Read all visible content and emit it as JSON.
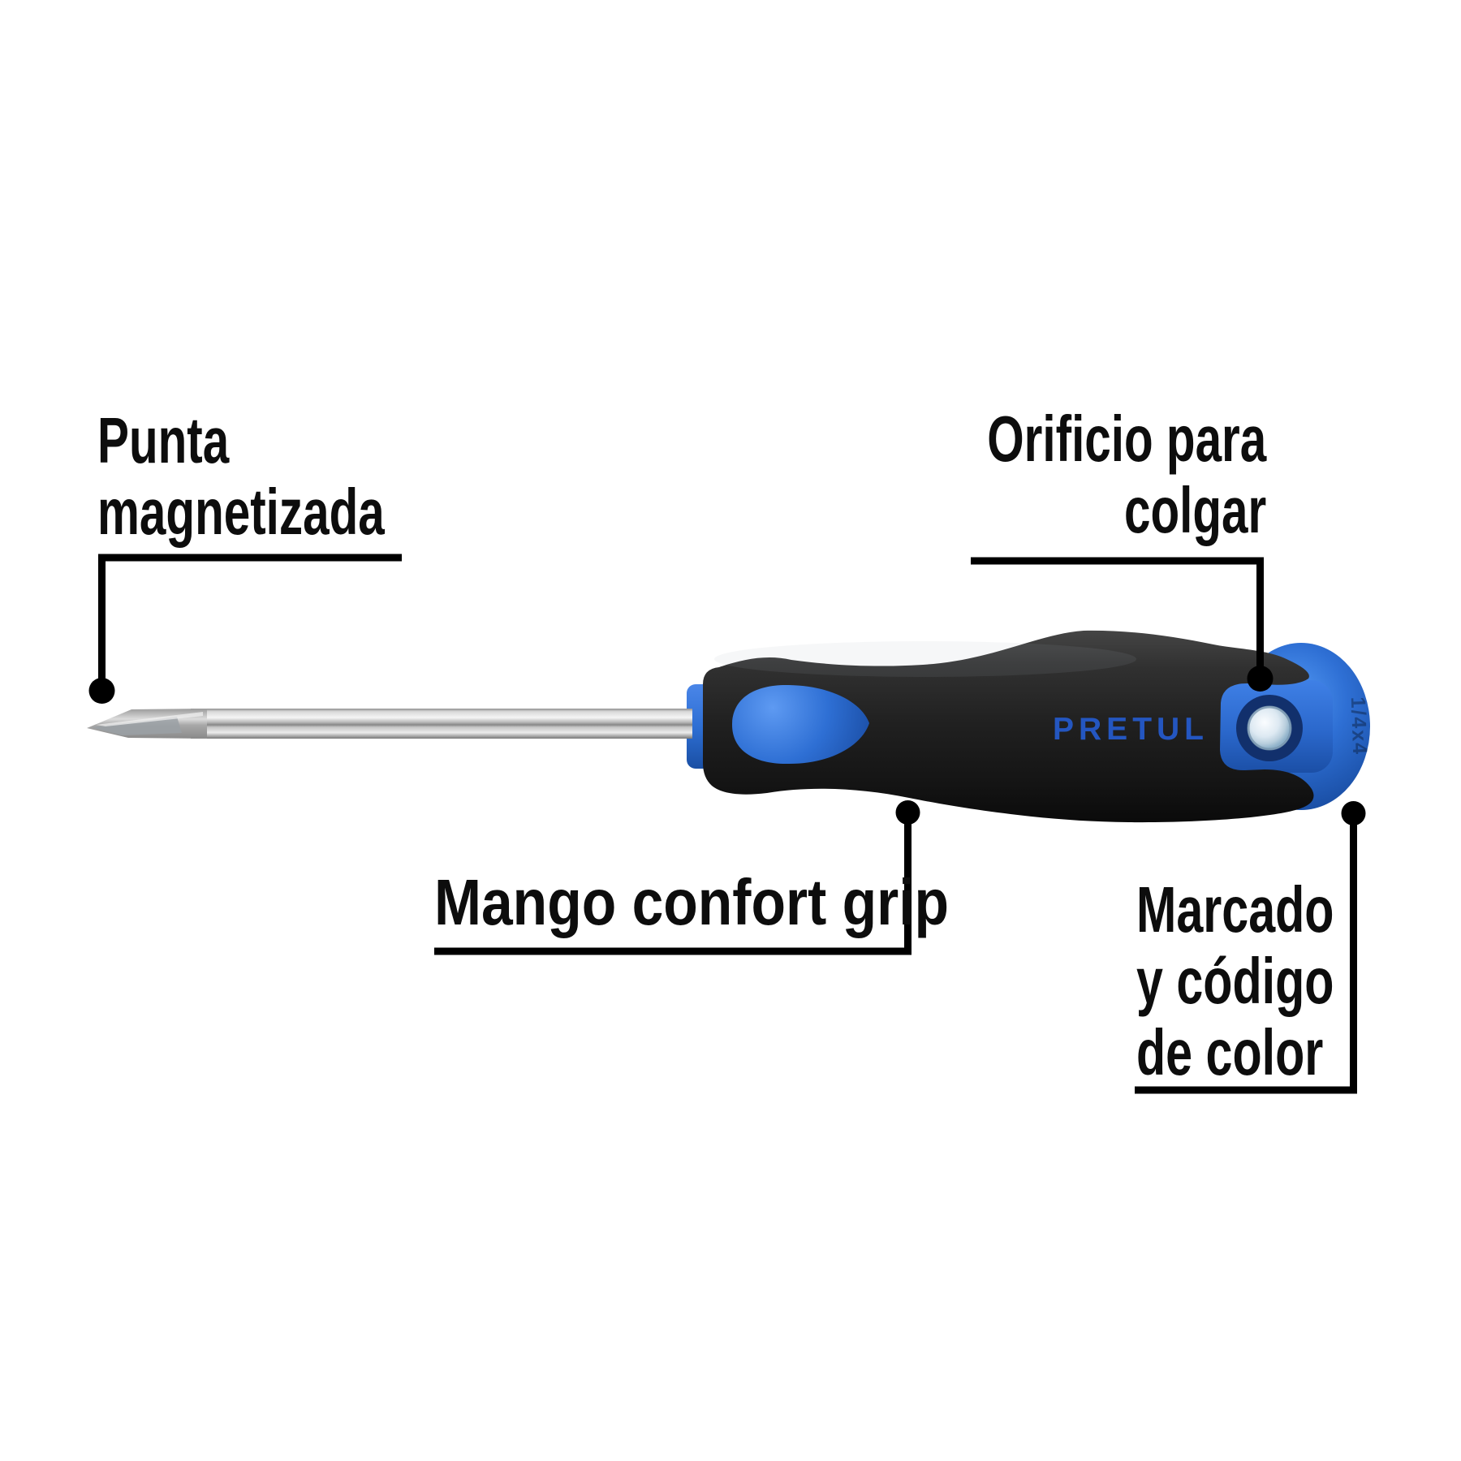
{
  "background": "#ffffff",
  "product": {
    "type": "phillips-screwdriver-illustration",
    "brand": "PRETUL",
    "cap_marking": "1/4x4"
  },
  "callouts": [
    {
      "id": "punta",
      "label": "Punta magnetizada",
      "lines": [
        "Punta",
        "magnetizada"
      ]
    },
    {
      "id": "orificio",
      "label": "Orificio para colgar",
      "lines": [
        "Orificio para",
        "colgar"
      ]
    },
    {
      "id": "mango",
      "label": "Mango confort grip",
      "lines": [
        "Mango confort grip"
      ]
    },
    {
      "id": "marcado",
      "label": "Marcado y código de color",
      "lines": [
        "Marcado",
        "y código",
        "de color"
      ]
    }
  ],
  "colors": {
    "label_text": "#0d0d0d",
    "callout_line": "#000000",
    "handle_black": "#222222",
    "grip_blue": "#2e6fd4",
    "grip_blue_light": "#5596f2",
    "grip_blue_dark": "#1a4fa4",
    "brand_blue": "#2456c0",
    "shaft_metal": "#d9d9d9",
    "hole_ring": "#12306c",
    "hole_inner": "#dde9f2"
  }
}
